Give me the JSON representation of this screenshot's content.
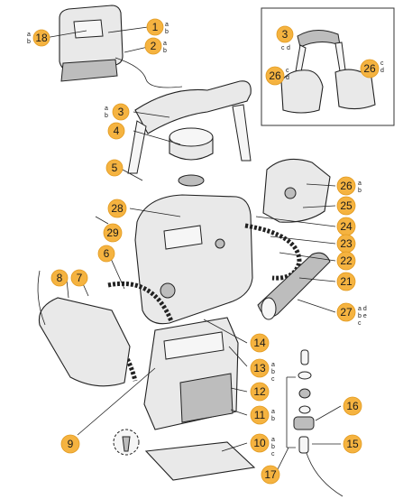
{
  "callouts": [
    {
      "id": "1",
      "sub": "a\nb"
    },
    {
      "id": "18",
      "sub": "a\nb"
    },
    {
      "id": "2",
      "sub": "a\nb"
    },
    {
      "id": "3",
      "sub": "a\nb"
    },
    {
      "id": "4",
      "sub": ""
    },
    {
      "id": "5",
      "sub": ""
    },
    {
      "id": "28",
      "sub": ""
    },
    {
      "id": "29",
      "sub": ""
    },
    {
      "id": "6",
      "sub": ""
    },
    {
      "id": "8",
      "sub": ""
    },
    {
      "id": "7",
      "sub": ""
    },
    {
      "id": "26",
      "sub": "a\nb"
    },
    {
      "id": "25",
      "sub": ""
    },
    {
      "id": "24",
      "sub": ""
    },
    {
      "id": "23",
      "sub": ""
    },
    {
      "id": "22",
      "sub": ""
    },
    {
      "id": "21",
      "sub": ""
    },
    {
      "id": "27",
      "sub": "a d\nb e\nc"
    },
    {
      "id": "14",
      "sub": ""
    },
    {
      "id": "13",
      "sub": "a\nb\nc"
    },
    {
      "id": "12",
      "sub": ""
    },
    {
      "id": "11",
      "sub": "a\nb"
    },
    {
      "id": "10",
      "sub": "a\nb\nc"
    },
    {
      "id": "9",
      "sub": ""
    },
    {
      "id": "16",
      "sub": ""
    },
    {
      "id": "15",
      "sub": ""
    },
    {
      "id": "17",
      "sub": ""
    },
    {
      "id": "3",
      "sub": "c\nd"
    },
    {
      "id": "26",
      "sub": "c\nd"
    },
    {
      "id": "26",
      "sub": "c\nd"
    }
  ]
}
